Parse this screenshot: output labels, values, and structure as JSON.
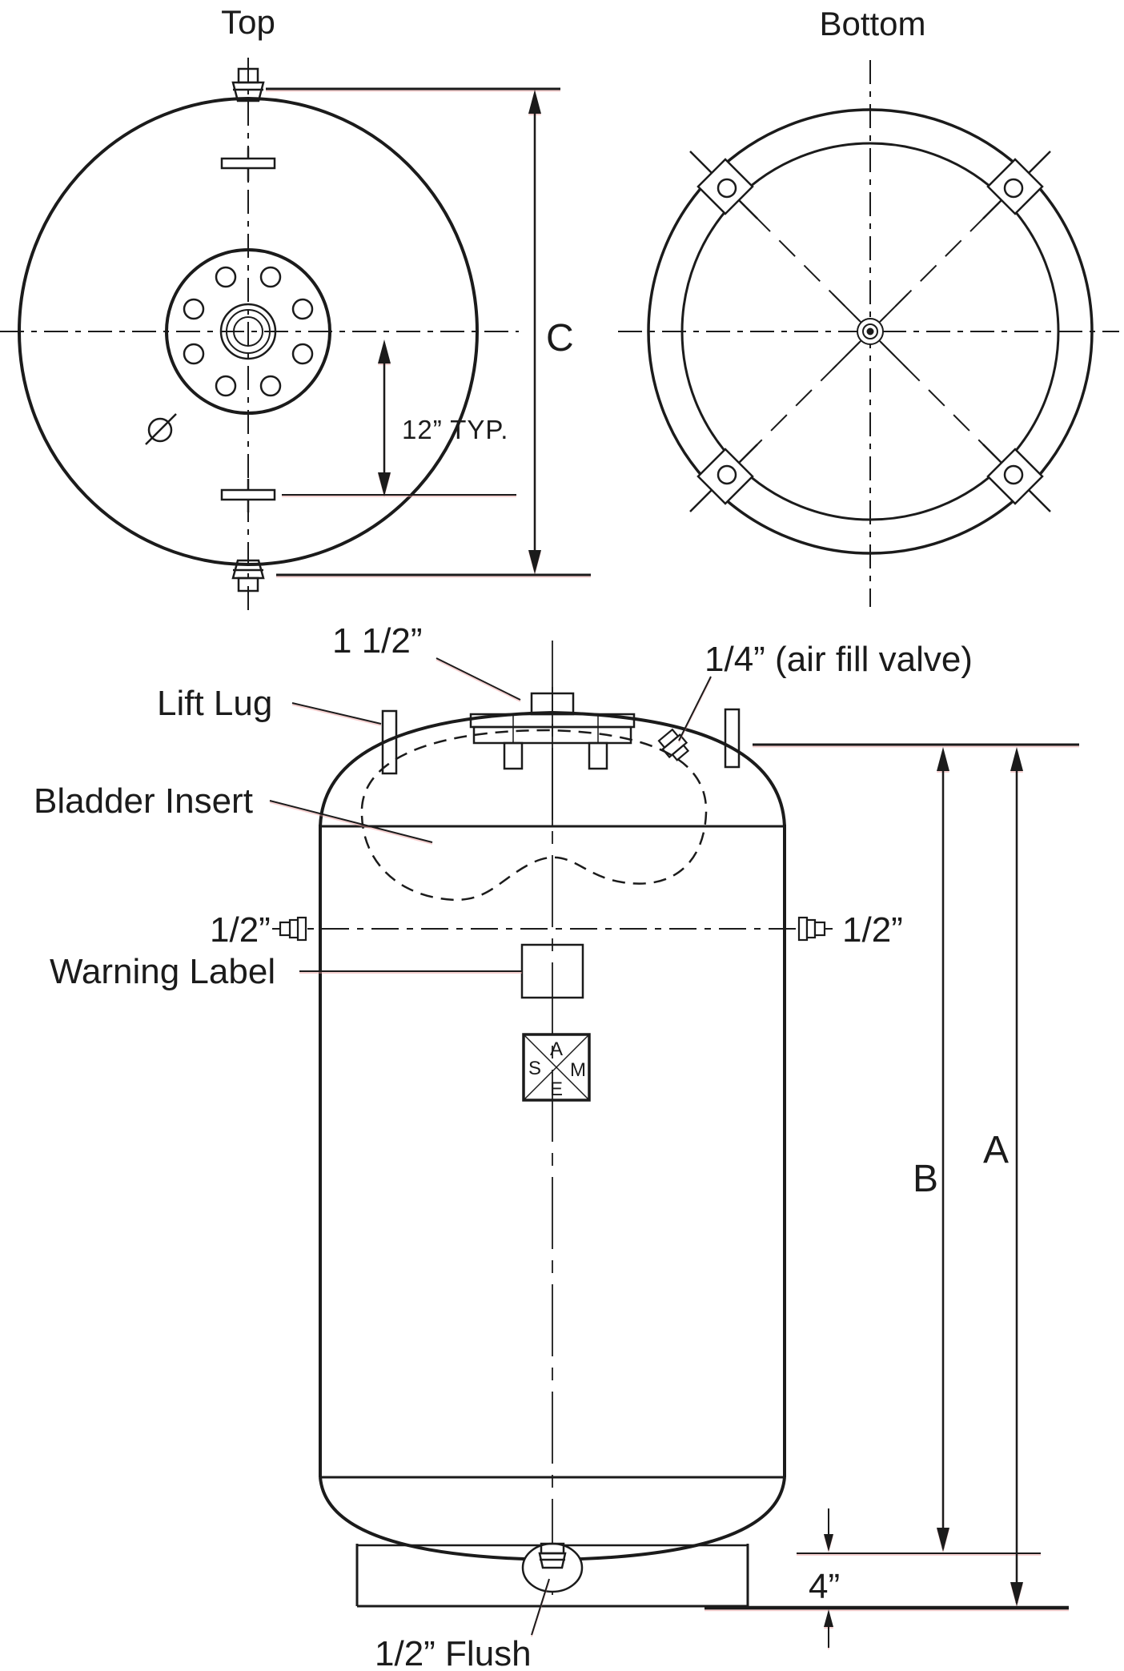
{
  "drawing": {
    "titles": {
      "top_view": "Top",
      "bottom_view": "Bottom"
    },
    "dimensions": {
      "c": "C",
      "a": "A",
      "b": "B",
      "typ12": "12” TYP.",
      "four": "4”",
      "top_port": "1 1/2”",
      "air_valve": "1/4” (air fill valve)",
      "side_port_left": "1/2”",
      "side_port_right": "1/2”",
      "flush_port": "1/2” Flush"
    },
    "labels": {
      "lift_lug": "Lift Lug",
      "bladder_insert": "Bladder Insert",
      "warning_label": "Warning Label"
    },
    "asme_stamp": {
      "top": "A",
      "left": "S",
      "right": "M",
      "bottom": "E"
    },
    "colors": {
      "line": "#1b1b1b",
      "background": "#ffffff",
      "dim_tint": "#ebabab"
    }
  }
}
